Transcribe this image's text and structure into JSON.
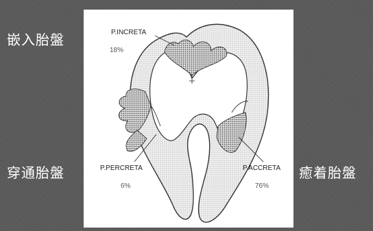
{
  "labels": {
    "left_top": "嵌入胎盤",
    "left_bottom": "穿通胎盤",
    "right": "癒着胎盤"
  },
  "figure": {
    "increta_label": "P.INCRETA",
    "increta_pct": "18%",
    "percreta_label": "P.PERCRETA",
    "percreta_pct": "6%",
    "accreta_label": "P.ACCRETA",
    "accreta_pct": "76%"
  }
}
